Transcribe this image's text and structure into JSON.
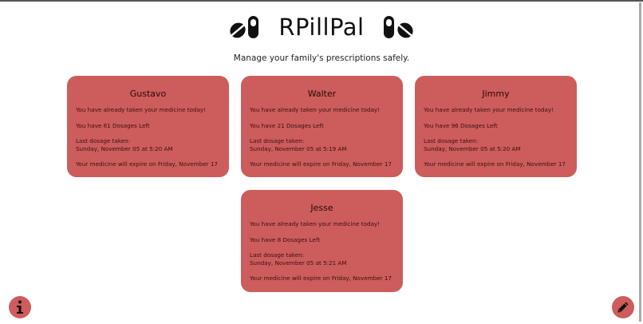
{
  "app": {
    "title": "RPillPal",
    "subtitle": "Manage your family's prescriptions safely."
  },
  "icons": {
    "left_logo": "pills-icon",
    "right_logo": "pills-icon",
    "info": "info-icon",
    "edit": "pencil-icon"
  },
  "colors": {
    "card": "#cd5c5c",
    "card_text": "#3a1010",
    "fab": "#cd5c5c"
  },
  "cards": [
    {
      "name": "Gustavo",
      "status": "You have already taken your medicine today!",
      "dosages": "You have 61 Dosages Left",
      "last_label": "Last dosage taken:",
      "last_value": "Sunday, November 05 at 5:20 AM",
      "expiry": "Your medicine will expire on Friday, November 17"
    },
    {
      "name": "Walter",
      "status": "You have already taken your medicine today!",
      "dosages": "You have 21 Dosages Left",
      "last_label": "Last dosage taken:",
      "last_value": "Sunday, November 05 at 5:19 AM",
      "expiry": "Your medicine will expire on Friday, November 17"
    },
    {
      "name": "Jimmy",
      "status": "You have already taken your medicine today!",
      "dosages": "You have 96 Dosages Left",
      "last_label": "Last dosage taken:",
      "last_value": "Sunday, November 05 at 5:20 AM",
      "expiry": "Your medicine will expire on Friday, November 17"
    },
    {
      "name": "Jesse",
      "status": "You have already taken your medicine today!",
      "dosages": "You have 8 Dosages Left",
      "last_label": "Last dosage taken:",
      "last_value": "Sunday, November 05 at 5:21 AM",
      "expiry": "Your medicine will expire on Friday, November 17"
    }
  ]
}
